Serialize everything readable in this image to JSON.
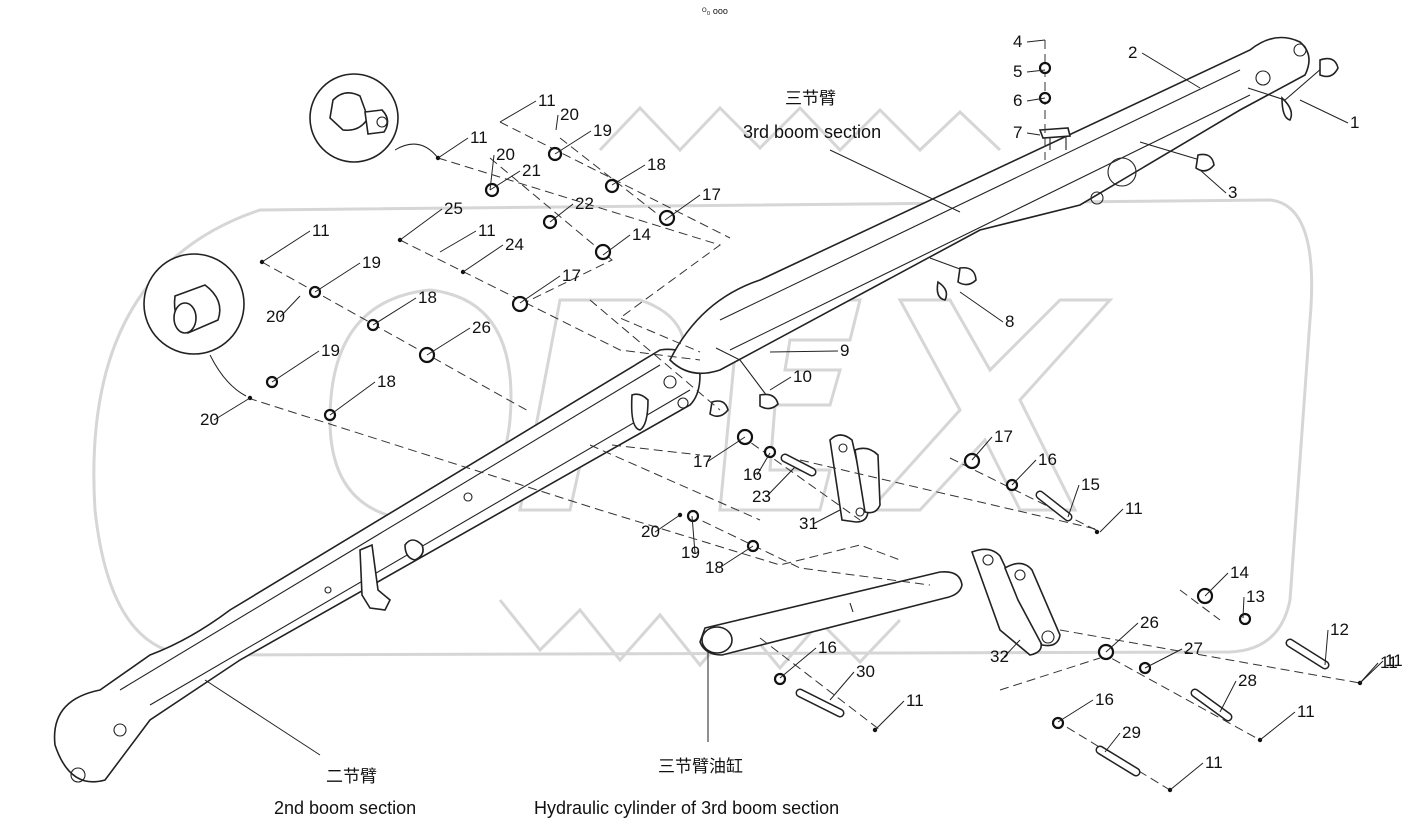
{
  "header": {
    "mark": "ᴼ₀ ooo"
  },
  "captions": {
    "third_boom_cn": "三节臂",
    "third_boom_en": "3rd boom section",
    "second_boom_cn": "二节臂",
    "second_boom_en": "2nd boom section",
    "cylinder_cn": "三节臂油缸",
    "cylinder_en": "Hydraulic cylinder of 3rd boom section"
  },
  "watermark": {
    "text": "OPEX"
  },
  "callouts": [
    {
      "n": "1"
    },
    {
      "n": "2"
    },
    {
      "n": "3"
    },
    {
      "n": "4"
    },
    {
      "n": "5"
    },
    {
      "n": "6"
    },
    {
      "n": "7"
    },
    {
      "n": "8"
    },
    {
      "n": "9"
    },
    {
      "n": "10"
    },
    {
      "n": "11"
    },
    {
      "n": "11"
    },
    {
      "n": "11"
    },
    {
      "n": "11"
    },
    {
      "n": "11"
    },
    {
      "n": "11"
    },
    {
      "n": "11"
    },
    {
      "n": "11"
    },
    {
      "n": "11"
    },
    {
      "n": "11"
    },
    {
      "n": "12"
    },
    {
      "n": "13"
    },
    {
      "n": "14"
    },
    {
      "n": "14"
    },
    {
      "n": "15"
    },
    {
      "n": "16"
    },
    {
      "n": "16"
    },
    {
      "n": "16"
    },
    {
      "n": "16"
    },
    {
      "n": "17"
    },
    {
      "n": "17"
    },
    {
      "n": "17"
    },
    {
      "n": "17"
    },
    {
      "n": "18"
    },
    {
      "n": "18"
    },
    {
      "n": "18"
    },
    {
      "n": "18"
    },
    {
      "n": "19"
    },
    {
      "n": "19"
    },
    {
      "n": "19"
    },
    {
      "n": "19"
    },
    {
      "n": "20"
    },
    {
      "n": "20"
    },
    {
      "n": "20"
    },
    {
      "n": "20"
    },
    {
      "n": "20"
    },
    {
      "n": "21"
    },
    {
      "n": "22"
    },
    {
      "n": "23"
    },
    {
      "n": "24"
    },
    {
      "n": "25"
    },
    {
      "n": "26"
    },
    {
      "n": "26"
    },
    {
      "n": "27"
    },
    {
      "n": "28"
    },
    {
      "n": "29"
    },
    {
      "n": "30"
    },
    {
      "n": "31"
    },
    {
      "n": "32"
    }
  ]
}
